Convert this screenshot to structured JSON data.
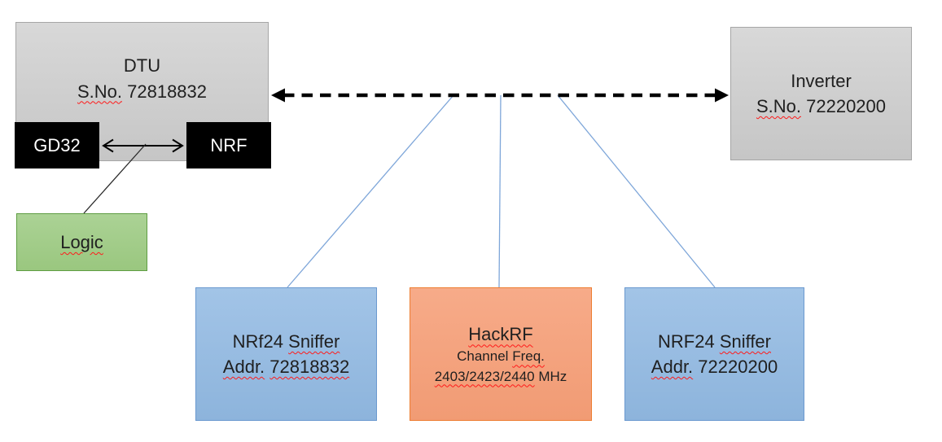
{
  "diagram": {
    "dtu": {
      "title": "DTU",
      "serial_label": "S.No.",
      "serial_number": "72818832"
    },
    "gd32": {
      "label": "GD32"
    },
    "nrf": {
      "label": "NRF"
    },
    "logic": {
      "label": "Logic"
    },
    "inverter": {
      "title": "Inverter",
      "serial_label": "S.No.",
      "serial_number": "72220200"
    },
    "sniffer_left": {
      "name": "NRf24",
      "kind": "Sniffer",
      "addr_label": "Addr.",
      "addr_number": "72818832"
    },
    "hackrf": {
      "title": "HackRF",
      "sub_word1": "Channel",
      "sub_word2": "Freq.",
      "freq_values": "2403/2423/2440",
      "freq_unit": "MHz"
    },
    "sniffer_right": {
      "name": "NRF24",
      "kind": "Sniffer",
      "addr_label": "Addr.",
      "addr_number": "72220200"
    }
  },
  "colors": {
    "gray_box_fill": "#cccccc",
    "gray_box_border": "#a6a6a6",
    "chip_fill": "#000000",
    "chip_text": "#ffffff",
    "green_fill": "#a3cd8a",
    "green_border": "#5f9e43",
    "blue_fill": "#98bce2",
    "blue_border": "#6b99cf",
    "orange_fill": "#f4a37f",
    "orange_border": "#ed7d31",
    "connector_blue": "#7ea6d9",
    "arrow_black": "#000000",
    "spellcheck_red": "#ff1a1a"
  }
}
